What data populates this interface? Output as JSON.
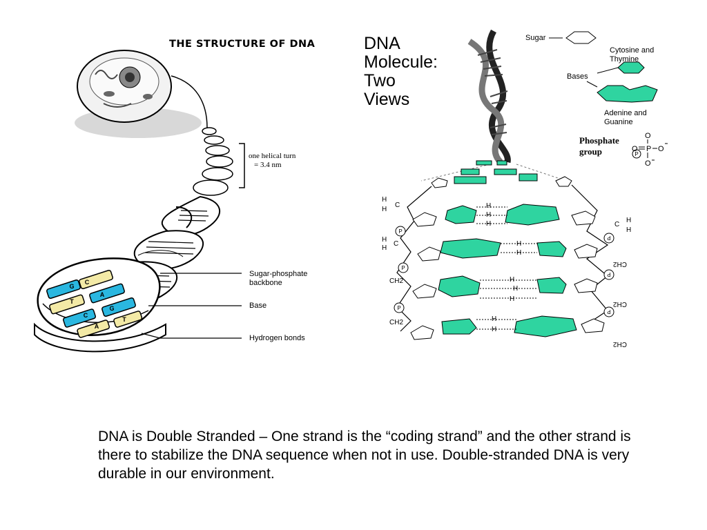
{
  "left_figure": {
    "title": "THE STRUCTURE OF DNA",
    "labels": {
      "helical_turn_1": "one helical turn",
      "helical_turn_2": "= 3.4 nm",
      "backbone_1": "Sugar-phosphate",
      "backbone_2": "backbone",
      "base": "Base",
      "hbonds": "Hydrogen bonds"
    },
    "base_letters": [
      "G",
      "C",
      "T",
      "A",
      "C",
      "G",
      "A",
      "T"
    ]
  },
  "right_figure": {
    "title_lines": [
      "DNA",
      "Molecule:",
      "Two",
      "Views"
    ],
    "legend": {
      "sugar": "Sugar",
      "bases": "Bases",
      "cytosine_1": "Cytosine and",
      "cytosine_2": "Thymine",
      "adenine_1": "Adenine and",
      "adenine_2": "Guanine",
      "phosphate_1": "Phosphate",
      "phosphate_2": "group",
      "phosphate_symbol": "P"
    },
    "atoms": {
      "H": "H",
      "C": "C",
      "CH2": "CH2",
      "P": "P",
      "O": "O"
    }
  },
  "caption": "DNA is Double Stranded – One strand is the “coding strand” and the other strand is there to stabilize the DNA sequence when not in use. Double-stranded DNA is very durable in our environment.",
  "colors": {
    "base_blue": "#2ab7e0",
    "base_yellow": "#f3eaa6",
    "base_green": "#2fd4a0",
    "ink": "#000000"
  }
}
